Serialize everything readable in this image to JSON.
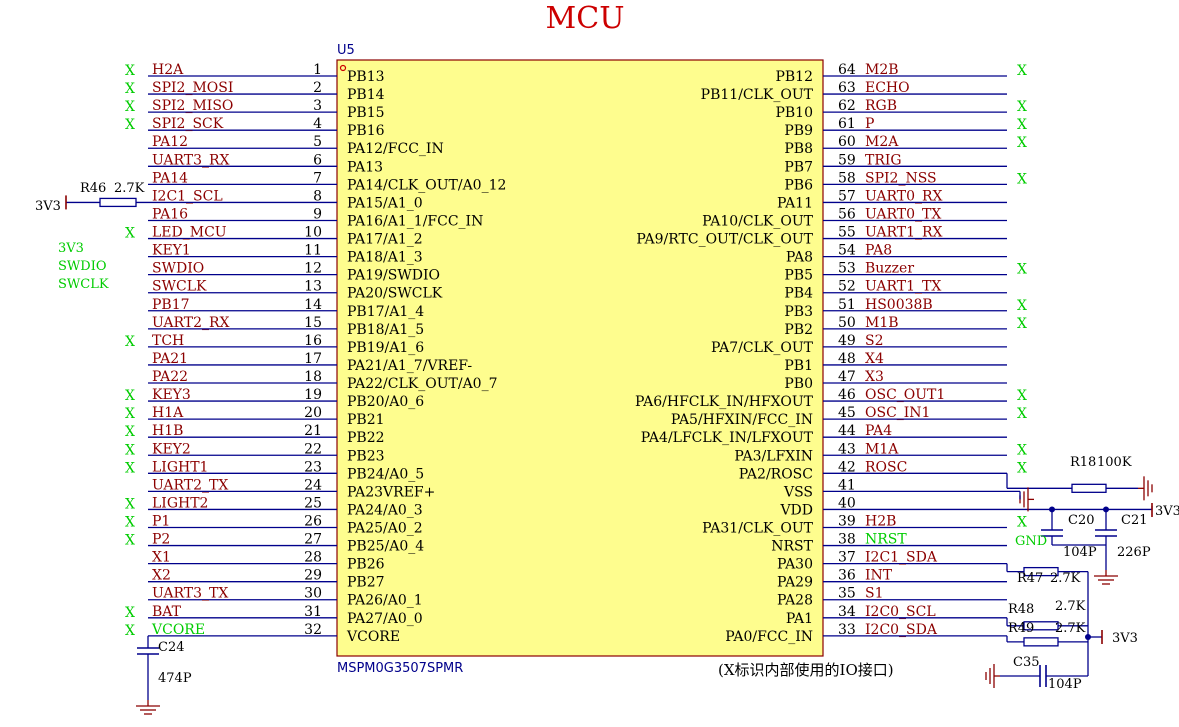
{
  "title": "MCU",
  "refdes": "U5",
  "part": "MSPM0G3507SPMR",
  "note": "(X标识内部使用的IO接口)",
  "nc_mark": "X",
  "colors": {
    "body_fill": "#fefd8e",
    "body_stroke": "#8b0000",
    "wire": "#00008b",
    "net": "#8b0000",
    "pin_name": "#000000",
    "nc": "#00cc00",
    "title": "#cc0000",
    "ground": "#8b0000"
  },
  "left_pins": [
    {
      "num": "1",
      "name": "PB13",
      "net": "H2A",
      "nc": true
    },
    {
      "num": "2",
      "name": "PB14",
      "net": "SPI2_MOSI",
      "nc": true
    },
    {
      "num": "3",
      "name": "PB15",
      "net": "SPI2_MISO",
      "nc": true
    },
    {
      "num": "4",
      "name": "PB16",
      "net": "SPI2_SCK",
      "nc": true
    },
    {
      "num": "5",
      "name": "PA12/FCC_IN",
      "net": "PA12",
      "nc": false
    },
    {
      "num": "6",
      "name": "PA13",
      "net": "UART3_RX",
      "nc": false
    },
    {
      "num": "7",
      "name": "PA14/CLK_OUT/A0_12",
      "net": "PA14",
      "nc": false
    },
    {
      "num": "8",
      "name": "PA15/A1_0",
      "net": "I2C1_SCL",
      "nc": false
    },
    {
      "num": "9",
      "name": "PA16/A1_1/FCC_IN",
      "net": "PA16",
      "nc": false
    },
    {
      "num": "10",
      "name": "PA17/A1_2",
      "net": "LED_MCU",
      "nc": true
    },
    {
      "num": "11",
      "name": "PA18/A1_3",
      "net": "KEY1",
      "nc": false
    },
    {
      "num": "12",
      "name": "PA19/SWDIO",
      "net": "SWDIO",
      "nc": false
    },
    {
      "num": "13",
      "name": "PA20/SWCLK",
      "net": "SWCLK",
      "nc": false
    },
    {
      "num": "14",
      "name": "PB17/A1_4",
      "net": "PB17",
      "nc": false
    },
    {
      "num": "15",
      "name": "PB18/A1_5",
      "net": "UART2_RX",
      "nc": false
    },
    {
      "num": "16",
      "name": "PB19/A1_6",
      "net": "TCH",
      "nc": true
    },
    {
      "num": "17",
      "name": "PA21/A1_7/VREF-",
      "net": "PA21",
      "nc": false
    },
    {
      "num": "18",
      "name": "PA22/CLK_OUT/A0_7",
      "net": "PA22",
      "nc": false
    },
    {
      "num": "19",
      "name": "PB20/A0_6",
      "net": "KEY3",
      "nc": true
    },
    {
      "num": "20",
      "name": "PB21",
      "net": "H1A",
      "nc": true
    },
    {
      "num": "21",
      "name": "PB22",
      "net": "H1B",
      "nc": true
    },
    {
      "num": "22",
      "name": "PB23",
      "net": "KEY2",
      "nc": true
    },
    {
      "num": "23",
      "name": "PB24/A0_5",
      "net": "LIGHT1",
      "nc": true
    },
    {
      "num": "24",
      "name": "PA23VREF+",
      "net": "UART2_TX",
      "nc": false
    },
    {
      "num": "25",
      "name": "PA24/A0_3",
      "net": "LIGHT2",
      "nc": true
    },
    {
      "num": "26",
      "name": "PA25/A0_2",
      "net": "P1",
      "nc": true
    },
    {
      "num": "27",
      "name": "PB25/A0_4",
      "net": "P2",
      "nc": true
    },
    {
      "num": "28",
      "name": "PB26",
      "net": "X1",
      "nc": false
    },
    {
      "num": "29",
      "name": "PB27",
      "net": "X2",
      "nc": false
    },
    {
      "num": "30",
      "name": "PA26/A0_1",
      "net": "UART3_TX",
      "nc": false
    },
    {
      "num": "31",
      "name": "PA27/A0_0",
      "net": "BAT",
      "nc": true
    },
    {
      "num": "32",
      "name": "VCORE",
      "net": "VCORE",
      "nc": true
    }
  ],
  "right_pins": [
    {
      "num": "64",
      "name": "PB12",
      "net": "M2B",
      "nc": true
    },
    {
      "num": "63",
      "name": "PB11/CLK_OUT",
      "net": "ECHO",
      "nc": false
    },
    {
      "num": "62",
      "name": "PB10",
      "net": "RGB",
      "nc": true
    },
    {
      "num": "61",
      "name": "PB9",
      "net": "P",
      "nc": true
    },
    {
      "num": "60",
      "name": "PB8",
      "net": "M2A",
      "nc": true
    },
    {
      "num": "59",
      "name": "PB7",
      "net": "TRIG",
      "nc": false
    },
    {
      "num": "58",
      "name": "PB6",
      "net": "SPI2_NSS",
      "nc": true
    },
    {
      "num": "57",
      "name": "PA11",
      "net": "UART0_RX",
      "nc": false
    },
    {
      "num": "56",
      "name": "PA10/CLK_OUT",
      "net": "UART0_TX",
      "nc": false
    },
    {
      "num": "55",
      "name": "PA9/RTC_OUT/CLK_OUT",
      "net": "UART1_RX",
      "nc": false
    },
    {
      "num": "54",
      "name": "PA8",
      "net": "PA8",
      "nc": false
    },
    {
      "num": "53",
      "name": "PB5",
      "net": "Buzzer",
      "nc": true
    },
    {
      "num": "52",
      "name": "PB4",
      "net": "UART1_TX",
      "nc": false
    },
    {
      "num": "51",
      "name": "PB3",
      "net": "HS0038B",
      "nc": true
    },
    {
      "num": "50",
      "name": "PB2",
      "net": "M1B",
      "nc": true
    },
    {
      "num": "49",
      "name": "PA7/CLK_OUT",
      "net": "S2",
      "nc": false
    },
    {
      "num": "48",
      "name": "PB1",
      "net": "X4",
      "nc": false
    },
    {
      "num": "47",
      "name": "PB0",
      "net": "X3",
      "nc": false
    },
    {
      "num": "46",
      "name": "PA6/HFCLK_IN/HFXOUT",
      "net": "OSC_OUT1",
      "nc": true
    },
    {
      "num": "45",
      "name": "PA5/HFXIN/FCC_IN",
      "net": "OSC_IN1",
      "nc": true
    },
    {
      "num": "44",
      "name": "PA4/LFCLK_IN/LFXOUT",
      "net": "PA4",
      "nc": false
    },
    {
      "num": "43",
      "name": "PA3/LFXIN",
      "net": "M1A",
      "nc": true
    },
    {
      "num": "42",
      "name": "PA2/ROSC",
      "net": "ROSC",
      "nc": true
    },
    {
      "num": "41",
      "name": "VSS",
      "net": "",
      "nc": false
    },
    {
      "num": "40",
      "name": "VDD",
      "net": "",
      "nc": false
    },
    {
      "num": "39",
      "name": "PA31/CLK_OUT",
      "net": "H2B",
      "nc": true
    },
    {
      "num": "38",
      "name": "NRST",
      "net": "NRST",
      "nc": false
    },
    {
      "num": "37",
      "name": "PA30",
      "net": "I2C1_SDA",
      "nc": false
    },
    {
      "num": "36",
      "name": "PA29",
      "net": "INT",
      "nc": false
    },
    {
      "num": "35",
      "name": "PA28",
      "net": "S1",
      "nc": false
    },
    {
      "num": "34",
      "name": "PA1",
      "net": "I2C0_SCL",
      "nc": false
    },
    {
      "num": "33",
      "name": "PA0/FCC_IN",
      "net": "I2C0_SDA",
      "nc": false
    }
  ],
  "swd_labels": [
    "3V3",
    "SWDIO",
    "SWCLK"
  ],
  "power": {
    "v3": "3V3",
    "gnd": "GND"
  },
  "parts": {
    "r46": {
      "ref": "R46",
      "value": "2.7K"
    },
    "r18": {
      "ref": "R18",
      "value": "100K"
    },
    "r47": {
      "ref": "R47",
      "value": "2.7K"
    },
    "r48": {
      "ref": "R48",
      "value": "2.7K"
    },
    "r49": {
      "ref": "R49",
      "value": "2.7K"
    },
    "c20": {
      "ref": "C20",
      "value": "104P"
    },
    "c21": {
      "ref": "C21",
      "value": "226P"
    },
    "c24": {
      "ref": "C24",
      "value": "474P"
    },
    "c35": {
      "ref": "C35",
      "value": "104P"
    }
  }
}
